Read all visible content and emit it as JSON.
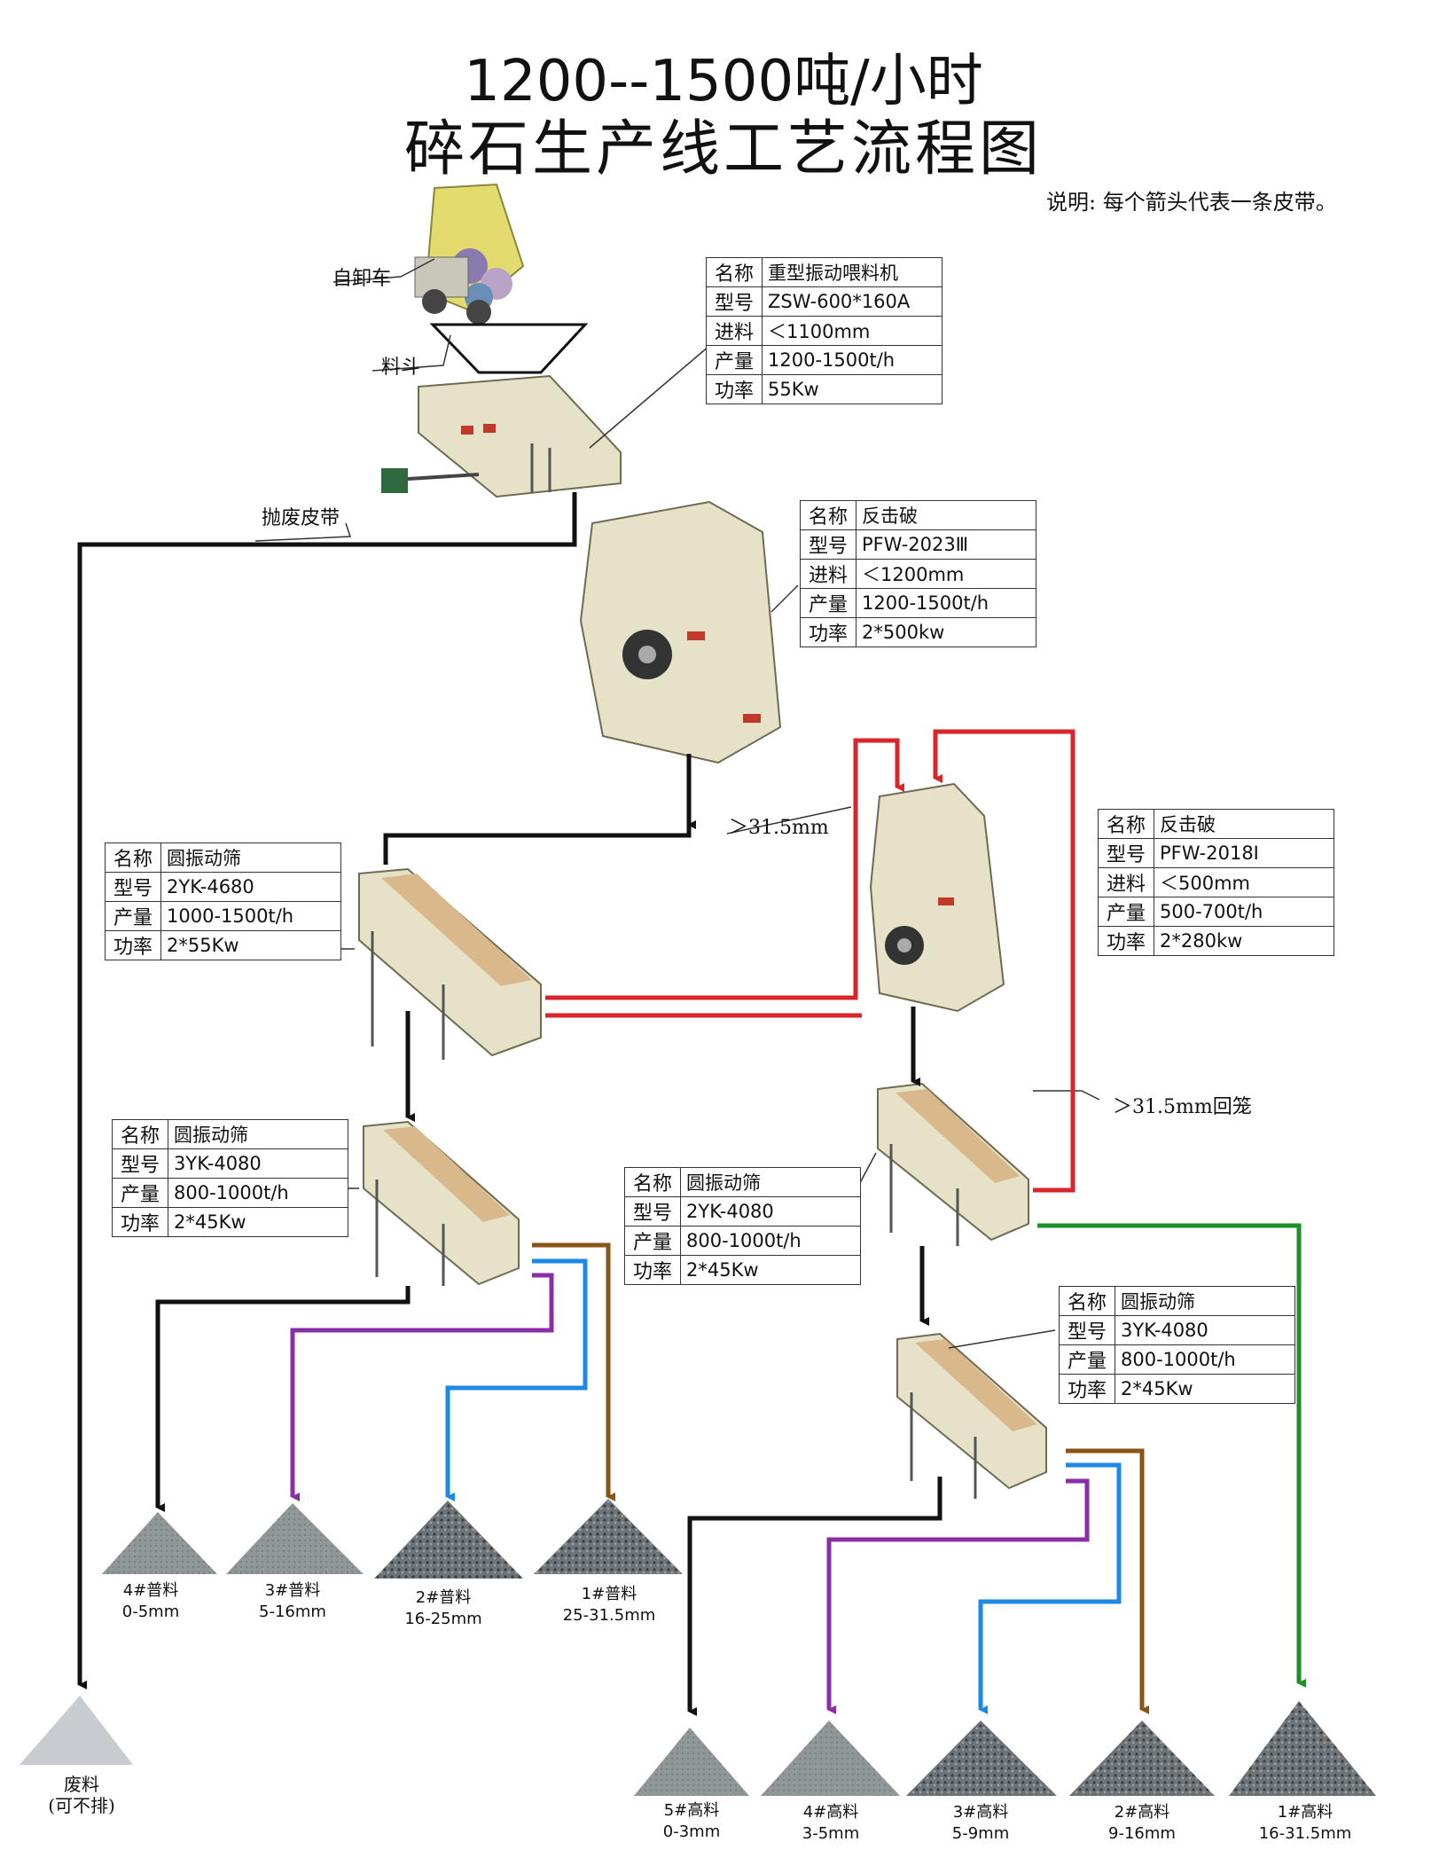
{
  "title": {
    "line1": "1200--1500吨/小时",
    "line2": "碎石生产线工艺流程图"
  },
  "note": "说明: 每个箭头代表一条皮带。",
  "labels": {
    "dump_truck": "自卸车",
    "hopper": "料斗",
    "waste_belt": "抛废皮带",
    "oversize_1": "＞31.5mm",
    "oversize_2": "＞31.5mm回笼"
  },
  "specs": {
    "feeder": {
      "k1": "名称",
      "v1": "重型振动喂料机",
      "k2": "型号",
      "v2": "ZSW-600*160A",
      "k3": "进料",
      "v3": "＜1100mm",
      "k4": "产量",
      "v4": "1200-1500t/h",
      "k5": "功率",
      "v5": "55Kw"
    },
    "crusher1": {
      "k1": "名称",
      "v1": "反击破",
      "k2": "型号",
      "v2": "PFW-2023Ⅲ",
      "k3": "进料",
      "v3": "＜1200mm",
      "k4": "产量",
      "v4": "1200-1500t/h",
      "k5": "功率",
      "v5": "2*500kw"
    },
    "crusher2": {
      "k1": "名称",
      "v1": "反击破",
      "k2": "型号",
      "v2": "PFW-2018Ⅰ",
      "k3": "进料",
      "v3": "＜500mm",
      "k4": "产量",
      "v4": "500-700t/h",
      "k5": "功率",
      "v5": "2*280kw"
    },
    "screen1": {
      "k1": "名称",
      "v1": "圆振动筛",
      "k2": "型号",
      "v2": "2YK-4680",
      "k3": "产量",
      "v3": "1000-1500t/h",
      "k4": "功率",
      "v4": "2*55Kw"
    },
    "screen2": {
      "k1": "名称",
      "v1": "圆振动筛",
      "k2": "型号",
      "v2": "3YK-4080",
      "k3": "产量",
      "v3": "800-1000t/h",
      "k4": "功率",
      "v4": "2*45Kw"
    },
    "screen3": {
      "k1": "名称",
      "v1": "圆振动筛",
      "k2": "型号",
      "v2": "2YK-4080",
      "k3": "产量",
      "v3": "800-1000t/h",
      "k4": "功率",
      "v4": "2*45Kw"
    },
    "screen4": {
      "k1": "名称",
      "v1": "圆振动筛",
      "k2": "型号",
      "v2": "3YK-4080",
      "k3": "产量",
      "v3": "800-1000t/h",
      "k4": "功率",
      "v4": "2*45Kw"
    }
  },
  "products": {
    "p4": {
      "name": "4#普料",
      "size": "0-5mm"
    },
    "p3": {
      "name": "3#普料",
      "size": "5-16mm"
    },
    "p2": {
      "name": "2#普料",
      "size": "16-25mm"
    },
    "p1": {
      "name": "1#普料",
      "size": "25-31.5mm"
    },
    "h5": {
      "name": "5#高料",
      "size": "0-3mm"
    },
    "h4": {
      "name": "4#高料",
      "size": "3-5mm"
    },
    "h3": {
      "name": "3#高料",
      "size": "5-9mm"
    },
    "h2": {
      "name": "2#高料",
      "size": "9-16mm"
    },
    "h1": {
      "name": "1#高料",
      "size": "16-31.5mm"
    },
    "waste": {
      "name": "废料",
      "size": "(可不排)"
    }
  },
  "colors": {
    "black": "#111111",
    "red": "#d8262b",
    "purple": "#8a2ea8",
    "blue": "#1e88e5",
    "brown": "#8a5417",
    "green": "#1f8f2a",
    "machine": "#e6e2c8"
  }
}
